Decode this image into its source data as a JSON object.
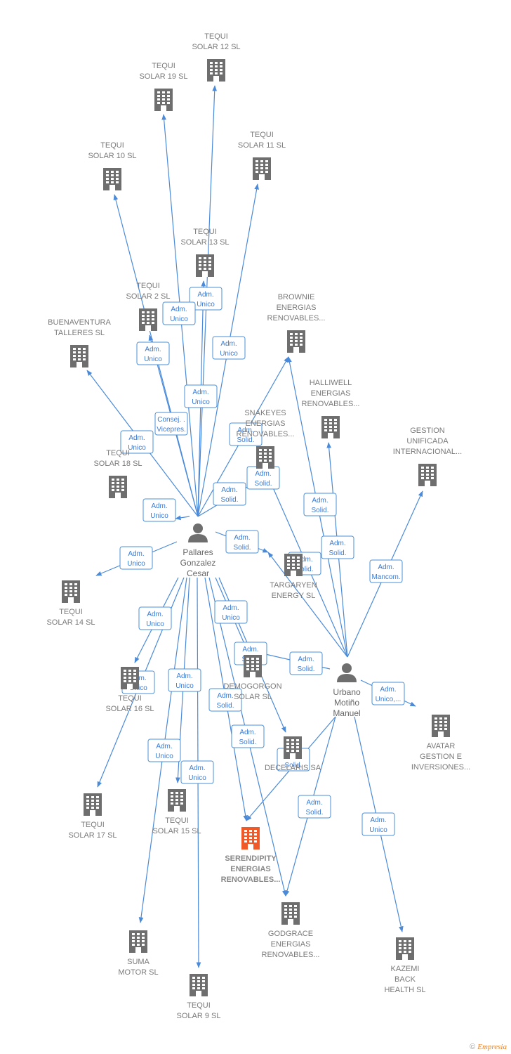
{
  "colors": {
    "edge": "#4a8ad8",
    "building": "#6e6e6e",
    "focus_building": "#f05a28",
    "label": "#7a7a7a"
  },
  "people": [
    {
      "id": "pallares",
      "lines": [
        "Pallares",
        "Gonzalez",
        "Cesar"
      ]
    },
    {
      "id": "urbano",
      "lines": [
        "Urbano",
        "Motiño",
        "Manuel"
      ]
    }
  ],
  "companies": [
    {
      "id": "tequi12",
      "lines": [
        "TEQUI",
        "SOLAR 12 SL"
      ]
    },
    {
      "id": "tequi19",
      "lines": [
        "TEQUI",
        "SOLAR 19 SL"
      ]
    },
    {
      "id": "tequi10",
      "lines": [
        "TEQUI",
        "SOLAR 10 SL"
      ]
    },
    {
      "id": "tequi11",
      "lines": [
        "TEQUI",
        "SOLAR 11 SL"
      ]
    },
    {
      "id": "tequi13",
      "lines": [
        "TEQUI",
        "SOLAR 13 SL"
      ]
    },
    {
      "id": "tequi2",
      "lines": [
        "TEQUI",
        "SOLAR 2 SL"
      ]
    },
    {
      "id": "buenaventura",
      "lines": [
        "BUENAVENTURA",
        "TALLERES  SL"
      ]
    },
    {
      "id": "brownie",
      "lines": [
        "BROWNIE",
        "ENERGIAS",
        "RENOVABLES..."
      ]
    },
    {
      "id": "halliwell",
      "lines": [
        "HALLIWELL",
        "ENERGIAS",
        "RENOVABLES..."
      ]
    },
    {
      "id": "snakeyes",
      "lines": [
        "SNAKEYES",
        "ENERGIAS",
        "RENOVABLES..."
      ]
    },
    {
      "id": "gestion",
      "lines": [
        "GESTION",
        "UNIFICADA",
        "INTERNACIONAL..."
      ]
    },
    {
      "id": "tequi18",
      "lines": [
        "TEQUI",
        "SOLAR 18 SL"
      ]
    },
    {
      "id": "tequi14",
      "lines": [
        "TEQUI",
        "SOLAR 14 SL"
      ]
    },
    {
      "id": "targaryen",
      "lines": [
        "TARGARYEN",
        "ENERGY  SL"
      ]
    },
    {
      "id": "tequi16",
      "lines": [
        "TEQUI",
        "SOLAR 16 SL"
      ]
    },
    {
      "id": "demogorgon",
      "lines": [
        "DEMOGORGON",
        "SOLAR  SL"
      ]
    },
    {
      "id": "avatar",
      "lines": [
        "AVATAR",
        "GESTION E",
        "INVERSIONES..."
      ]
    },
    {
      "id": "decelaris",
      "lines": [
        "DECELARIS SA"
      ]
    },
    {
      "id": "tequi17",
      "lines": [
        "TEQUI",
        "SOLAR 17 SL"
      ]
    },
    {
      "id": "tequi15",
      "lines": [
        "TEQUI",
        "SOLAR 15 SL"
      ]
    },
    {
      "id": "serendipity",
      "lines": [
        "SERENDIPITY",
        "ENERGIAS",
        "RENOVABLES..."
      ]
    },
    {
      "id": "godgrace",
      "lines": [
        "GODGRACE",
        "ENERGIAS",
        "RENOVABLES..."
      ]
    },
    {
      "id": "kazemi",
      "lines": [
        "KAZEMI",
        "BACK",
        "HEALTH SL"
      ]
    },
    {
      "id": "suma",
      "lines": [
        "SUMA",
        "MOTOR  SL"
      ]
    },
    {
      "id": "tequi9",
      "lines": [
        "TEQUI",
        "SOLAR 9 SL"
      ]
    }
  ],
  "relations": [
    {
      "from": "pallares",
      "to": "tequi12",
      "lines": [
        "Adm.",
        "Unico"
      ]
    },
    {
      "from": "pallares",
      "to": "tequi19",
      "lines": [
        "Adm.",
        "Unico"
      ]
    },
    {
      "from": "pallares",
      "to": "tequi10",
      "lines": [
        "Adm.",
        "Unico"
      ]
    },
    {
      "from": "pallares",
      "to": "tequi11",
      "lines": [
        "Adm.",
        "Unico"
      ]
    },
    {
      "from": "pallares",
      "to": "tequi13",
      "lines": [
        "Adm.",
        "Unico"
      ]
    },
    {
      "from": "pallares",
      "to": "tequi2",
      "lines": [
        "Consej. .",
        "Vicepres."
      ]
    },
    {
      "from": "pallares",
      "to": "buenaventura",
      "lines": [
        "Adm.",
        "Unico"
      ]
    },
    {
      "from": "pallares",
      "to": "brownie",
      "lines": [
        "Adm.",
        "Solid."
      ]
    },
    {
      "from": "pallares",
      "to": "snakeyes",
      "lines": [
        "Adm.",
        "Solid."
      ]
    },
    {
      "from": "pallares",
      "to": "tequi18",
      "lines": [
        "Adm.",
        "Unico"
      ]
    },
    {
      "from": "pallares",
      "to": "tequi14",
      "lines": [
        "Adm.",
        "Unico"
      ]
    },
    {
      "from": "pallares",
      "to": "targaryen",
      "lines": [
        "Adm.",
        "Solid."
      ]
    },
    {
      "from": "pallares",
      "to": "tequi16",
      "lines": [
        "Adm.",
        "Unico"
      ]
    },
    {
      "from": "pallares",
      "to": "demogorgon",
      "lines": [
        "Adm.",
        "Unico"
      ]
    },
    {
      "from": "pallares",
      "to": "decelaris",
      "lines": [
        "Adm.",
        "Solid."
      ]
    },
    {
      "from": "pallares",
      "to": "tequi17",
      "lines": [
        "Adm.",
        "Unico"
      ]
    },
    {
      "from": "pallares",
      "to": "tequi15",
      "lines": [
        "Adm.",
        "Unico"
      ]
    },
    {
      "from": "pallares",
      "to": "serendipity",
      "lines": [
        "Adm.",
        "Solid."
      ]
    },
    {
      "from": "pallares",
      "to": "godgrace",
      "lines": [
        "Adm.",
        "Solid."
      ]
    },
    {
      "from": "pallares",
      "to": "suma",
      "lines": [
        "Adm.",
        "Unico"
      ]
    },
    {
      "from": "pallares",
      "to": "tequi9",
      "lines": [
        "Adm.",
        "Unico"
      ]
    },
    {
      "from": "urbano",
      "to": "brownie",
      "lines": [
        "Adm.",
        "Solid."
      ]
    },
    {
      "from": "urbano",
      "to": "halliwell",
      "lines": [
        "Adm.",
        "Solid."
      ]
    },
    {
      "from": "urbano",
      "to": "snakeyes",
      "lines": [
        "Adm.",
        "Solid."
      ]
    },
    {
      "from": "urbano",
      "to": "gestion",
      "lines": [
        "Adm.",
        "Mancom."
      ]
    },
    {
      "from": "urbano",
      "to": "targaryen",
      "lines": [
        "Adm.",
        "Solid."
      ]
    },
    {
      "from": "urbano",
      "to": "demogorgon",
      "lines": [
        "Adm.",
        "Solid."
      ]
    },
    {
      "from": "urbano",
      "to": "avatar",
      "lines": [
        "Adm.",
        "Unico,..."
      ]
    },
    {
      "from": "urbano",
      "to": "serendipity",
      "lines": [
        "Adm.",
        "Solid."
      ]
    },
    {
      "from": "urbano",
      "to": "godgrace",
      "lines": [
        "Adm.",
        "Solid."
      ]
    },
    {
      "from": "urbano",
      "to": "kazemi",
      "lines": [
        "Adm.",
        "Unico"
      ]
    }
  ],
  "footer": {
    "copyright": "©",
    "brand": "Empresia"
  }
}
